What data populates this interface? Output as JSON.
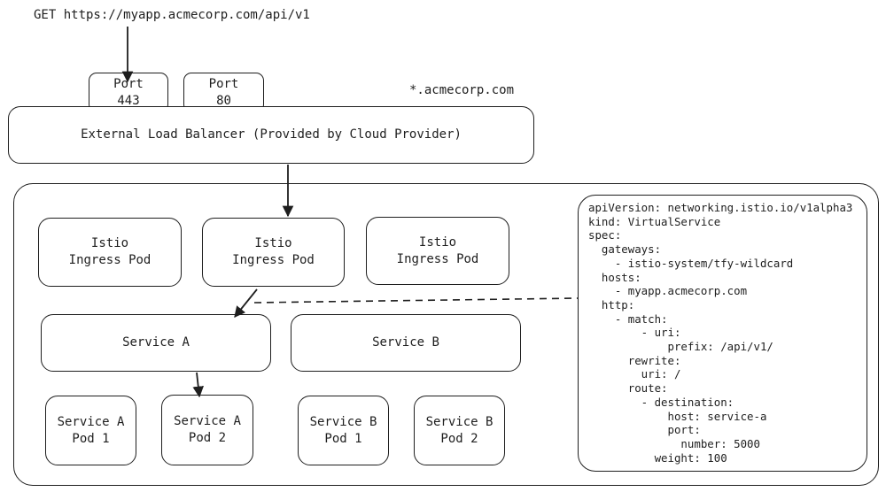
{
  "request": {
    "text": "GET https://myapp.acmecorp.com/api/v1"
  },
  "ports": [
    {
      "line1": "Port",
      "line2": "443"
    },
    {
      "line1": "Port",
      "line2": "80"
    }
  ],
  "domain_label": "*.acmecorp.com",
  "load_balancer": {
    "label": "External Load Balancer (Provided by Cloud Provider)"
  },
  "ingress_pods": [
    {
      "line1": "Istio",
      "line2": "Ingress Pod"
    },
    {
      "line1": "Istio",
      "line2": "Ingress Pod"
    },
    {
      "line1": "Istio",
      "line2": "Ingress Pod"
    }
  ],
  "services": [
    {
      "label": "Service A"
    },
    {
      "label": "Service B"
    }
  ],
  "service_pods": [
    {
      "line1": "Service A",
      "line2": "Pod 1"
    },
    {
      "line1": "Service A",
      "line2": "Pod 2"
    },
    {
      "line1": "Service B",
      "line2": "Pod 1"
    },
    {
      "line1": "Service B",
      "line2": "Pod 2"
    }
  ],
  "virtual_service_yaml": "apiVersion: networking.istio.io/v1alpha3\nkind: VirtualService\nspec:\n  gateways:\n    - istio-system/tfy-wildcard\n  hosts:\n    - myapp.acmecorp.com\n  http:\n    - match:\n        - uri:\n            prefix: /api/v1/\n      rewrite:\n        uri: /\n      route:\n        - destination:\n            host: service-a\n            port:\n              number: 5000\n          weight: 100"
}
